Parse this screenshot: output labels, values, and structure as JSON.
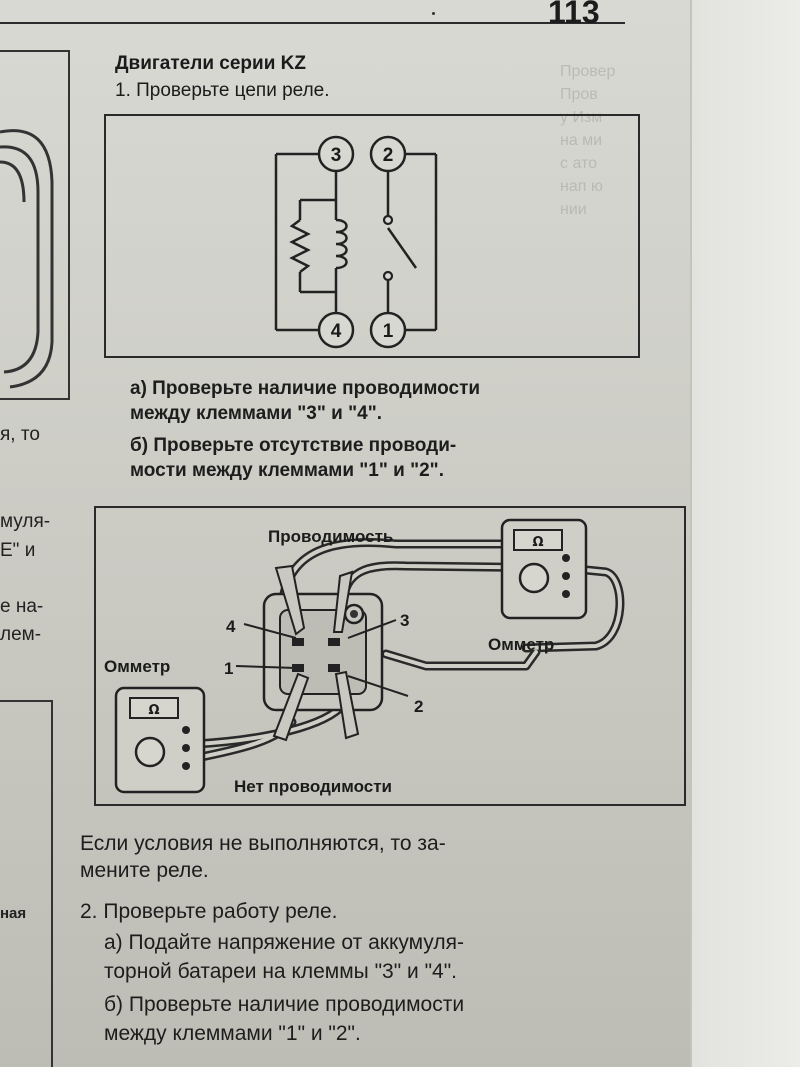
{
  "page_number": "113",
  "section_title": "Двигатели серии KZ",
  "step1_title": "1. Проверьте цепи реле.",
  "relay_terminals": [
    "3",
    "2",
    "4",
    "1"
  ],
  "check_a": [
    "а) Проверьте наличие проводимости",
    "между клеммами \"3\" и \"4\"."
  ],
  "check_b": [
    "б) Проверьте отсутствие проводи-",
    "мости между клеммами \"1\" и \"2\"."
  ],
  "figure2": {
    "label_conductivity": "Проводимость",
    "label_ohmmeter_right": "Омметр",
    "label_ohmmeter_left": "Омметр",
    "label_no_conductivity": "Нет проводимости",
    "pin_labels": [
      "4",
      "3",
      "1",
      "2"
    ],
    "meter_symbol": "Ω"
  },
  "after_text": [
    "Если условия не выполняются, то за-",
    "мените реле."
  ],
  "step2_title": "2. Проверьте работу реле.",
  "step2_a": [
    "а) Подайте напряжение от аккумуля-",
    "торной батареи на клеммы \"3\" и \"4\"."
  ],
  "step2_b": [
    "б) Проверьте наличие проводимости",
    "между клеммами \"1\" и \"2\"."
  ],
  "left_fragments": [
    "я, то",
    "муля-",
    "Е\" и",
    "е на-",
    "лем-",
    "ная"
  ],
  "bleed_through": [
    "Провер",
    "Пров",
    "у Изм",
    "на  ми",
    "с   ато",
    "нап  ю",
    "нии"
  ]
}
